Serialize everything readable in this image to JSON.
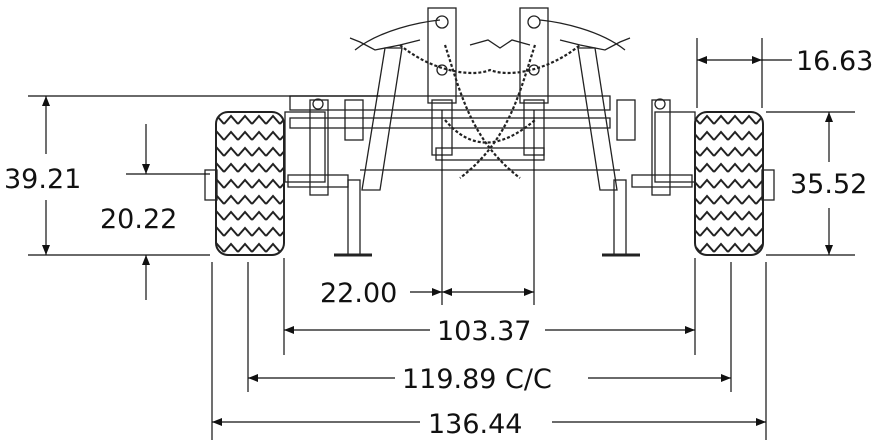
{
  "drawing": {
    "dimensions": {
      "tire_width": "16.63",
      "overall_height": "39.21",
      "tire_height": "35.52",
      "axle_height": "20.22",
      "center_span": "22.00",
      "inner_width": "103.37",
      "center_to_center": "119.89 C/C",
      "overall_width": "136.44"
    },
    "colors": {
      "line": "#111111",
      "background": "#ffffff"
    }
  }
}
